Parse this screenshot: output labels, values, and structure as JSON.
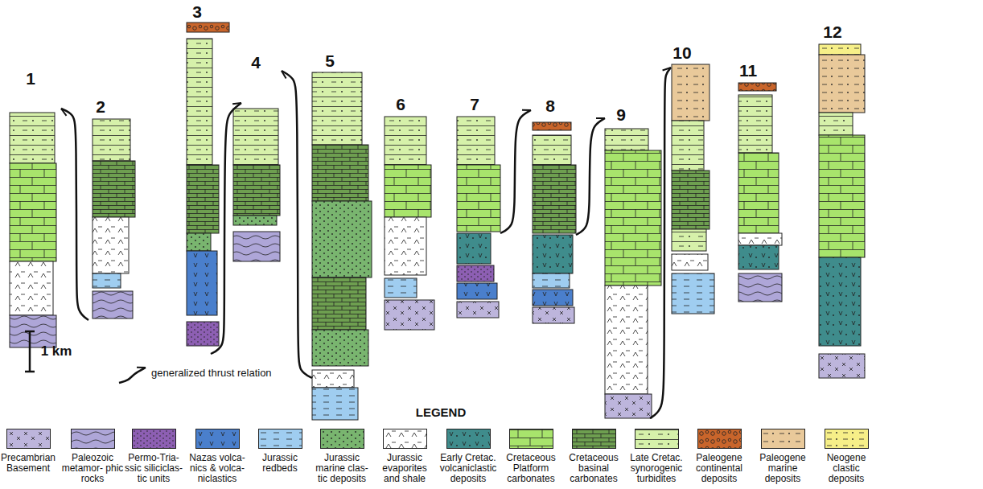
{
  "diagram": {
    "labels": [
      "1",
      "2",
      "3",
      "4",
      "5",
      "6",
      "7",
      "8",
      "9",
      "10",
      "11",
      "12",
      "1 km",
      "LEGEND"
    ],
    "legend": [
      {
        "text": "Precambrian Basement",
        "color": "#bdb5dc"
      },
      {
        "text": "Paleozoic metamor- phic rocks",
        "color": "#aea6d8"
      },
      {
        "text": "Permo-Tria- ssic siliciclas- tic units",
        "color": "#8d5fb3"
      },
      {
        "text": "Nazas volca- nics & volca- niclastics",
        "color": "#4a7fcc"
      },
      {
        "text": "Jurassic redbeds",
        "color": "#9fcdf0"
      },
      {
        "text": "Jurassic marine clas- tic deposits",
        "color": "#79b56f"
      },
      {
        "text": "Jurassic evaporites and shale",
        "color": "#ffffff"
      },
      {
        "text": "Early Cretac. volcaniclastic deposits",
        "color": "#3f8c8c"
      },
      {
        "text": "Cretaceous Platform carbonates",
        "color": "#a8e46c"
      },
      {
        "text": "Cretaceous basinal carbonates",
        "color": "#6e9f50"
      },
      {
        "text": "Late Cretac. synorogenic turbidites",
        "color": "#d6f1aa"
      },
      {
        "text": "Paleogene continental deposits",
        "color": "#c9652b"
      },
      {
        "text": "Paleogene marine deposits",
        "color": "#e9c99a"
      },
      {
        "text": "Neogene clastic deposits",
        "color": "#f6ef88"
      },
      {
        "text": "generalized thrust relation"
      }
    ]
  }
}
